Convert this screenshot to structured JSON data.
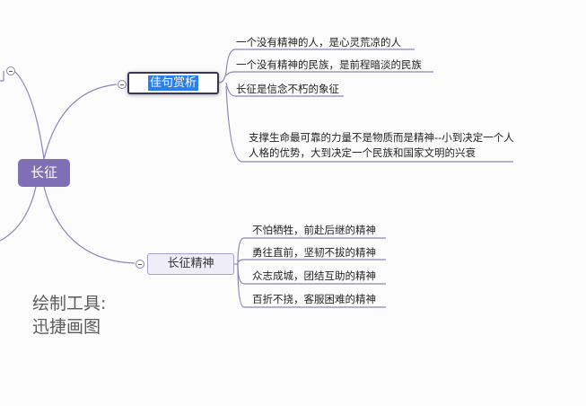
{
  "root": {
    "label": "长征"
  },
  "branches": [
    {
      "label": "佳句赏析",
      "selected": true,
      "leaves": [
        "一个没有精神的人，是心灵荒凉的人",
        "一个没有精神的民族，是前程暗淡的民族",
        "长征是信念不朽的象征",
        "支撑生命最可靠的力量不是物质而是精神--小到决定一个人人格的优势，大到决定一个民族和国家文明的兴衰"
      ]
    },
    {
      "label": "长征精神",
      "selected": false,
      "leaves": [
        "不怕牺牲，前赴后继的精神",
        "勇往直前，坚韧不拔的精神",
        "众志成城，团结互助的精神",
        "百折不挠，客服困难的精神"
      ]
    }
  ],
  "watermark": {
    "line1": "绘制工具:",
    "line2": "迅捷画图"
  },
  "colors": {
    "root_fill": "#7f70b6",
    "connector": "#8c84b8",
    "selection": "#2b7fe8"
  }
}
